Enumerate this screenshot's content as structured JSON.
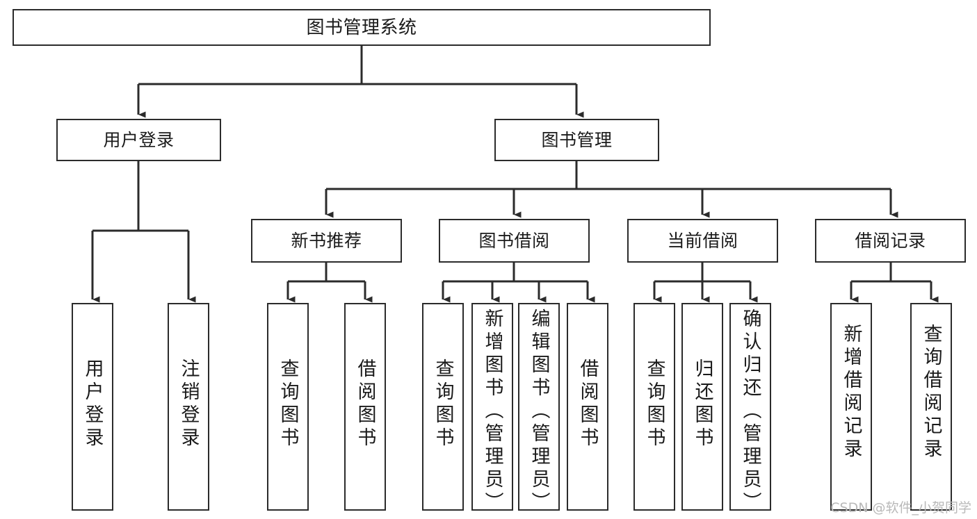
{
  "diagram": {
    "type": "tree",
    "title": "图书管理系统",
    "stroke_color": "#2b2b2b",
    "text_color": "#1a1a1a",
    "background": "#ffffff",
    "root": {
      "label": "图书管理系统"
    },
    "level2": [
      {
        "label": "用户登录"
      },
      {
        "label": "图书管理"
      }
    ],
    "level3": [
      {
        "label": "新书推荐"
      },
      {
        "label": "图书借阅"
      },
      {
        "label": "当前借阅"
      },
      {
        "label": "借阅记录"
      }
    ],
    "leaves": [
      {
        "label": "用户登录",
        "parent": "用户登录"
      },
      {
        "label": "注销登录",
        "parent": "用户登录"
      },
      {
        "label": "查询图书",
        "parent": "新书推荐"
      },
      {
        "label": "借阅图书",
        "parent": "新书推荐"
      },
      {
        "label": "查询图书",
        "parent": "图书借阅"
      },
      {
        "label": "新增图书（管理员）",
        "parent": "图书借阅"
      },
      {
        "label": "编辑图书（管理员）",
        "parent": "图书借阅"
      },
      {
        "label": "借阅图书",
        "parent": "图书借阅"
      },
      {
        "label": "查询图书",
        "parent": "当前借阅"
      },
      {
        "label": "归还图书",
        "parent": "当前借阅"
      },
      {
        "label": "确认归还（管理员）",
        "parent": "当前借阅"
      },
      {
        "label": "新增借阅记录",
        "parent": "借阅记录"
      },
      {
        "label": "查询借阅记录",
        "parent": "借阅记录"
      }
    ]
  },
  "watermark": {
    "text": "CSDN @软件_小贺同学"
  }
}
